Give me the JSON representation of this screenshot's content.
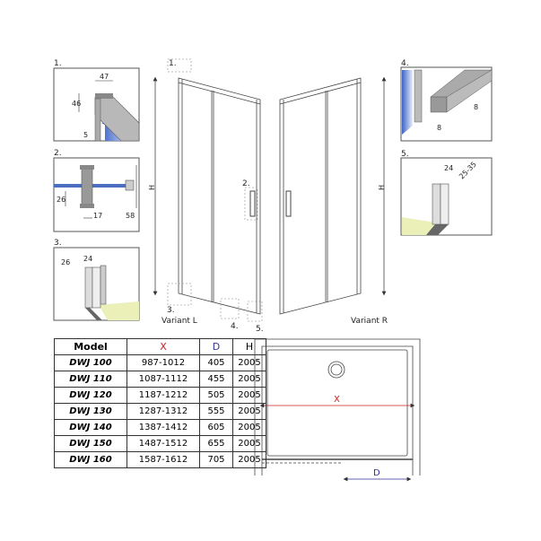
{
  "details": {
    "d1": {
      "label": "1.",
      "w": "47",
      "h": "46",
      "t": "5"
    },
    "d2": {
      "label": "2.",
      "a": "26",
      "b": "17",
      "c": "58"
    },
    "d3": {
      "label": "3.",
      "a": "26",
      "b": "24"
    },
    "d4": {
      "label": "4.",
      "a": "8",
      "b": "8"
    },
    "d5": {
      "label": "5.",
      "a": "24",
      "b": "25-35"
    }
  },
  "variant_l": {
    "label": "Variant L",
    "h": "H",
    "callouts": [
      "1.",
      "2.",
      "3.",
      "4.",
      "5."
    ]
  },
  "variant_r": {
    "label": "Variant R",
    "h": "H"
  },
  "plan": {
    "x": "X",
    "d": "D"
  },
  "colors": {
    "x": "#cc2222",
    "d": "#333399",
    "glass": "#5b7fd0",
    "floor": "#eaf0b8"
  },
  "table": {
    "headers": [
      "Model",
      "X",
      "D",
      "H"
    ],
    "rows": [
      [
        "DWJ 100",
        "987-1012",
        "405",
        "2005"
      ],
      [
        "DWJ 110",
        "1087-1112",
        "455",
        "2005"
      ],
      [
        "DWJ 120",
        "1187-1212",
        "505",
        "2005"
      ],
      [
        "DWJ 130",
        "1287-1312",
        "555",
        "2005"
      ],
      [
        "DWJ 140",
        "1387-1412",
        "605",
        "2005"
      ],
      [
        "DWJ 150",
        "1487-1512",
        "655",
        "2005"
      ],
      [
        "DWJ 160",
        "1587-1612",
        "705",
        "2005"
      ]
    ]
  }
}
